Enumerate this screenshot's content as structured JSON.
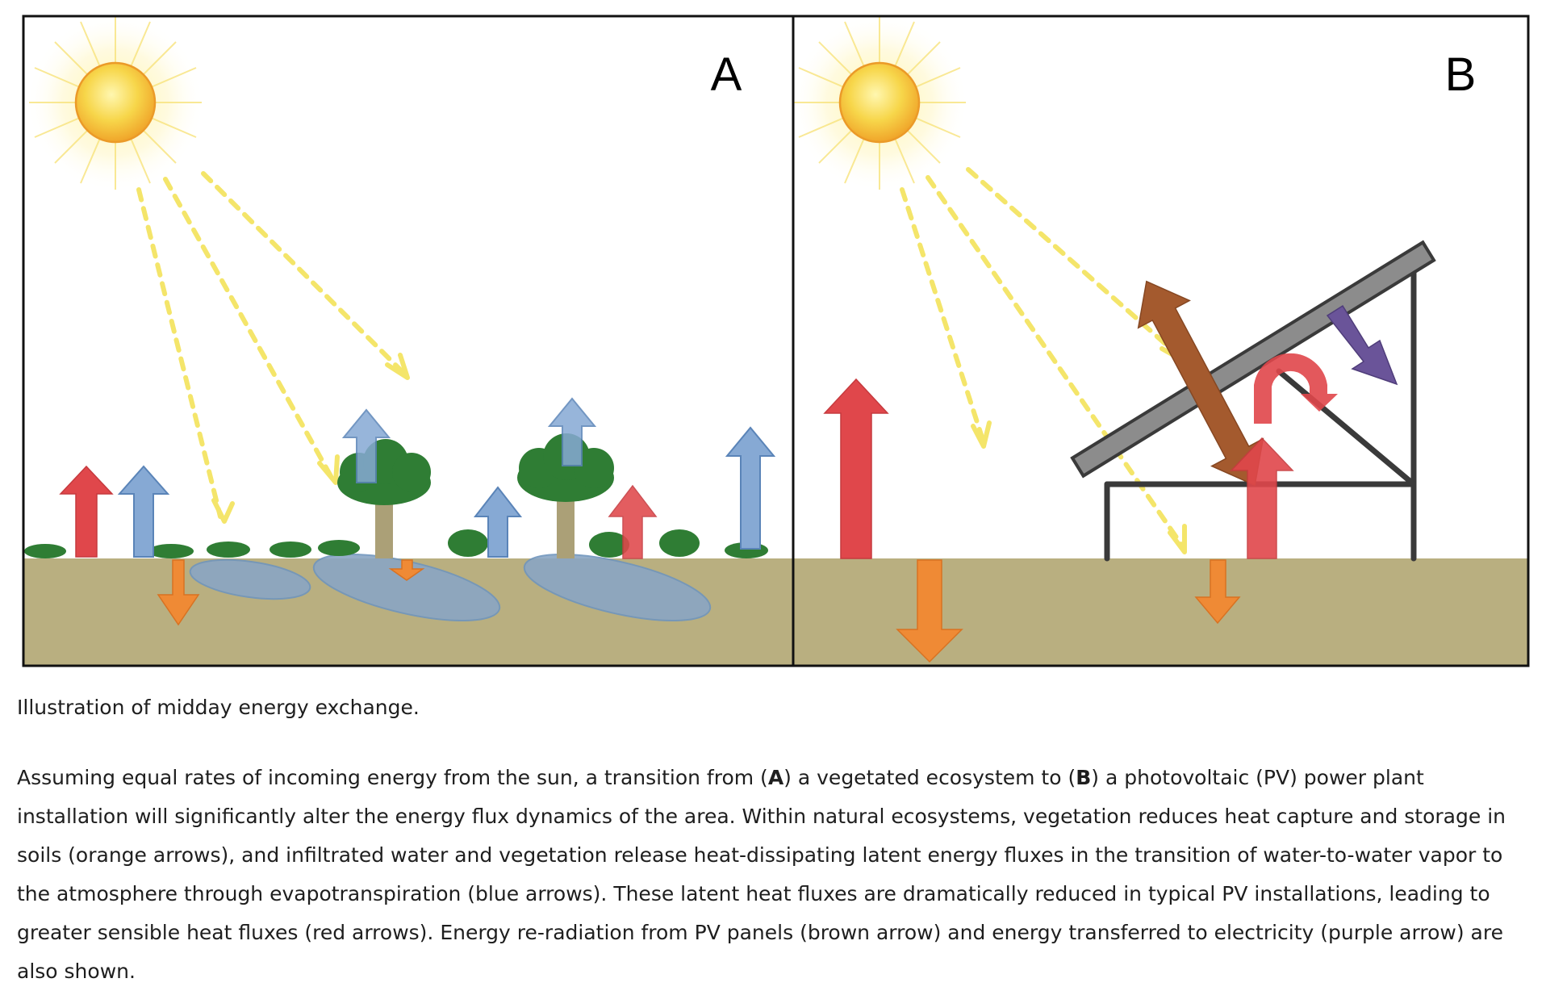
{
  "figure": {
    "panels": [
      {
        "id": "A",
        "label": "A"
      },
      {
        "id": "B",
        "label": "B"
      }
    ],
    "colors": {
      "sky": "#ffffff",
      "soil": "#b9af80",
      "water": "#8aa6c4",
      "vegetation": "#2f7d34",
      "trunk": "#aba077",
      "sun": "#f5c33a",
      "sunlight": "#f4e56a",
      "sensible_heat": "#e0474b",
      "latent_heat": "#86a9d4",
      "soil_heat": "#ef8a35",
      "reradiation": "#a45a2e",
      "electricity": "#6a5499",
      "panel": "#8c8c8c",
      "frame": "#3a3a3a"
    }
  },
  "caption": "Illustration of midday energy exchange.",
  "description": {
    "s1": "Assuming equal rates of incoming energy from the sun, a transition from (",
    "s2": "A",
    "s3": ") a vegetated ecosystem to (",
    "s4": "B",
    "s5": ") a photovoltaic (PV) power plant installation will significantly alter the energy flux dynamics of the area. Within natural ecosystems, vegetation reduces heat capture and storage in soils (orange arrows), and infiltrated water and vegetation release heat-dissipating latent energy fluxes in the transition of water-to-water vapor to the atmosphere through evapotranspiration (blue arrows). These latent heat fluxes are dramatically reduced in typical PV installations, leading to greater sensible heat fluxes (red arrows). Energy re-radiation from PV panels (brown arrow) and energy transferred to electricity (purple arrow) are also shown."
  }
}
